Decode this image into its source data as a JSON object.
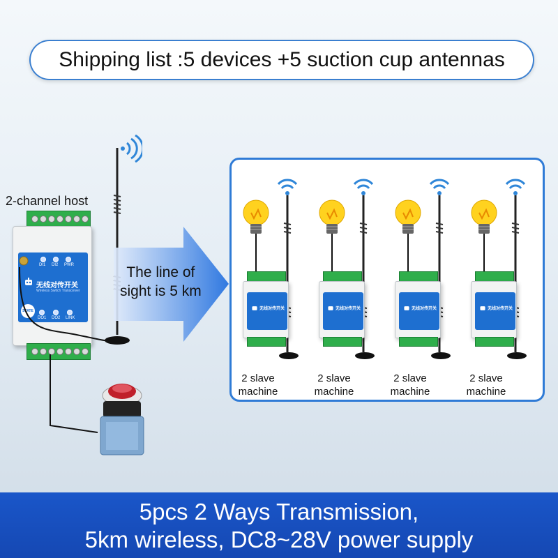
{
  "header": {
    "shipping_list": "Shipping list :5 devices +5 suction cup antennas"
  },
  "host": {
    "label": "2-channel host",
    "face_title": "无线对传开关",
    "face_subtitle": "Wireless Switch Transceiver",
    "leds_top": [
      "DI1",
      "DI2",
      "PWR"
    ],
    "leds_bottom": [
      "DO1",
      "DO2",
      "LINK"
    ],
    "state_label": "STATE"
  },
  "transmission": {
    "line1": "The line of",
    "line2": "sight is 5 km"
  },
  "slaves": [
    {
      "line1": "2 slave",
      "line2": "machine"
    },
    {
      "line1": "2 slave",
      "line2": "machine"
    },
    {
      "line1": "2 slave",
      "line2": "machine"
    },
    {
      "line1": "2 slave",
      "line2": "machine"
    }
  ],
  "banner": {
    "line1": "5pcs 2 Ways Transmission,",
    "line2": "5km wireless, DC8~28V power supply"
  },
  "colors": {
    "accent_blue": "#1e6fd0",
    "terminal_green": "#2fae4b",
    "banner_blue": "#1a56c9",
    "bulb_yellow": "#ffd21f"
  },
  "icons": [
    "wifi-signal-icon",
    "light-bulb-icon",
    "robot-logo-icon",
    "push-button-switch",
    "suction-cup-antenna",
    "right-arrow"
  ]
}
